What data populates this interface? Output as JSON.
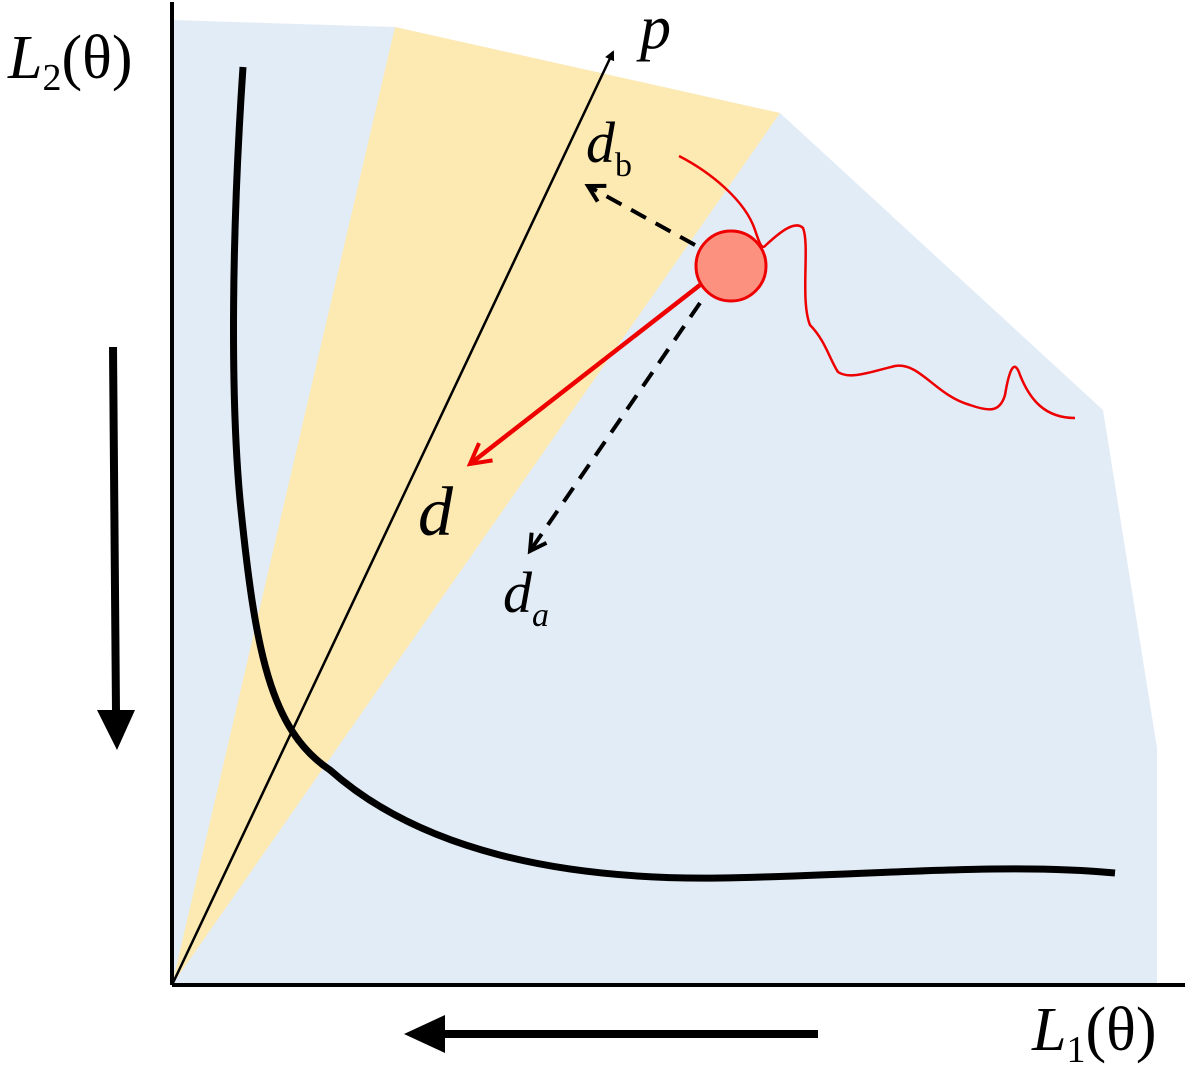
{
  "colors": {
    "region_fill": "#e2ecf7",
    "cone_fill": "#fdeab2",
    "pareto_front": "#000000",
    "trajectory": "#ee0000",
    "current_point_fill": "#fd9180",
    "current_point_stroke": "#ee0000",
    "axis": "#000000"
  },
  "labels": {
    "y_axis": {
      "main": "L",
      "sub": "2",
      "arg": "(θ)"
    },
    "x_axis": {
      "main": "L",
      "sub": "1",
      "arg": "(θ)"
    },
    "preference_vector": "p",
    "update_direction": "d",
    "direction_a": {
      "main": "d",
      "sub": "a"
    },
    "direction_b": {
      "main": "d",
      "sub": "b"
    }
  },
  "icons": {
    "y_direction_arrow": "arrow-down-icon",
    "x_direction_arrow": "arrow-left-icon",
    "current_point": "circle-marker-icon"
  }
}
